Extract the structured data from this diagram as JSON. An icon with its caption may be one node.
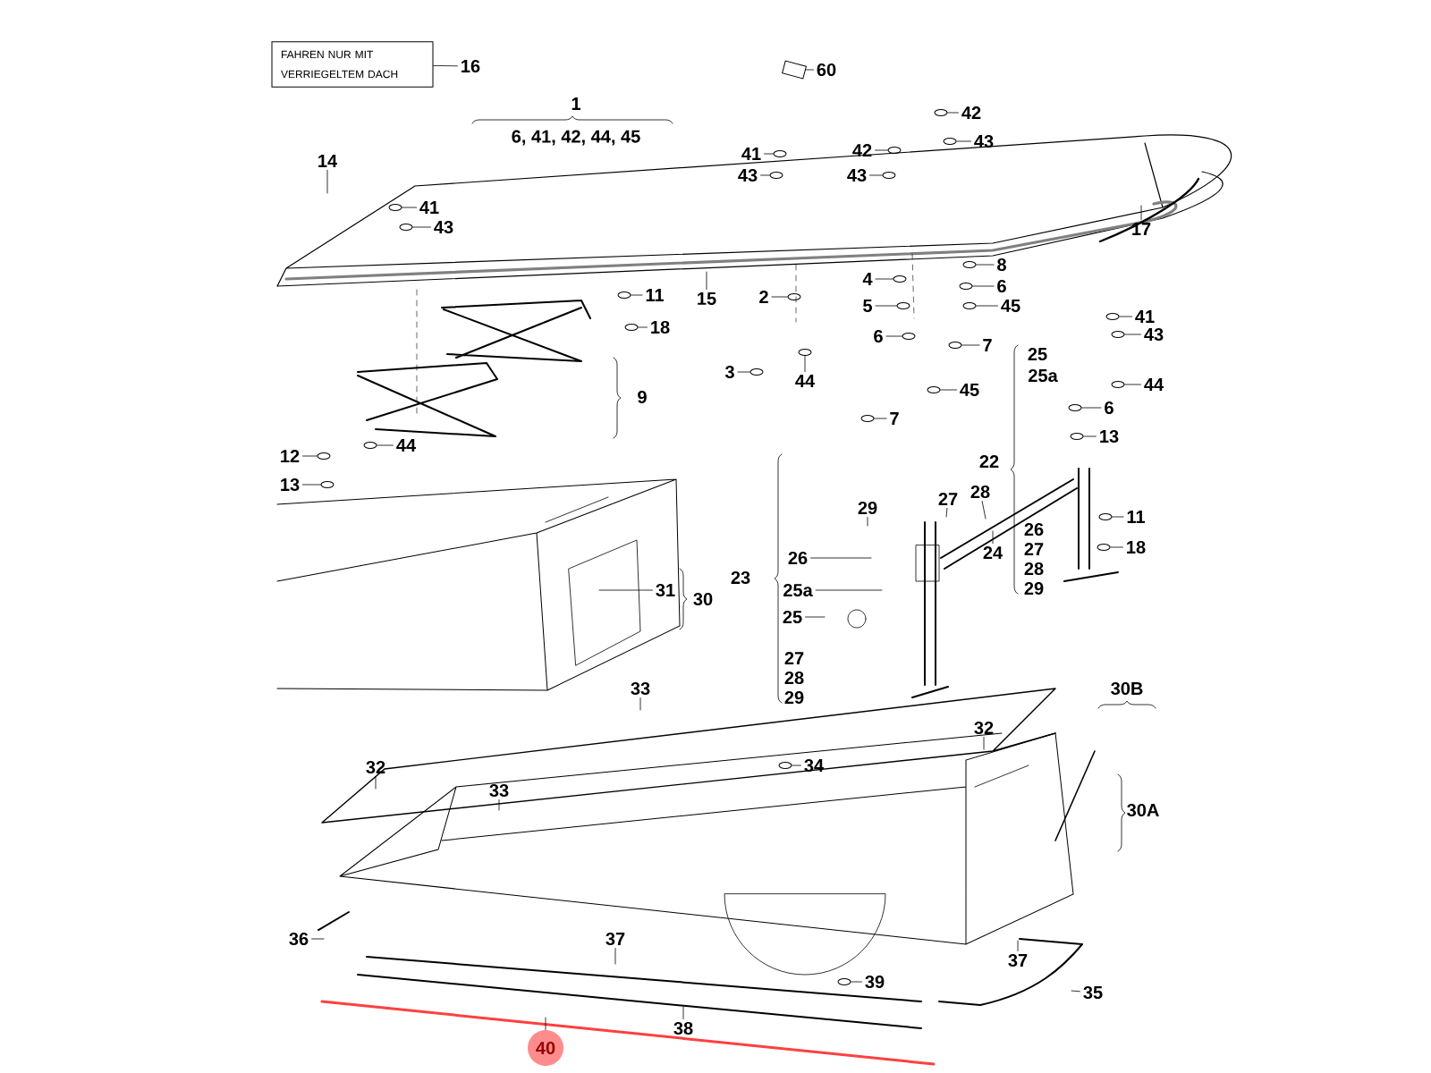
{
  "diagram": {
    "nodes": [
      {
        "text": [
          "FAHREN NUR MIT VERRIEGELTEM DACH"
        ]
      },
      {
        "text": [
          "16"
        ]
      },
      {
        "text": [
          "60"
        ]
      },
      {
        "text": [
          "14"
        ]
      },
      {
        "text": [
          "41"
        ]
      },
      {
        "text": [
          "43"
        ]
      },
      {
        "text": [
          "41"
        ]
      },
      {
        "text": [
          "43"
        ]
      },
      {
        "text": [
          "42"
        ]
      },
      {
        "text": [
          "43"
        ]
      },
      {
        "text": [
          "42"
        ]
      },
      {
        "text": [
          "43"
        ]
      },
      {
        "text": [
          "17"
        ]
      },
      {
        "text": [
          "15"
        ]
      },
      {
        "text": [
          "11"
        ]
      },
      {
        "text": [
          "18"
        ]
      },
      {
        "text": [
          "2"
        ]
      },
      {
        "text": [
          "4"
        ]
      },
      {
        "text": [
          "5"
        ]
      },
      {
        "text": [
          "8"
        ]
      },
      {
        "text": [
          "6"
        ]
      },
      {
        "text": [
          "45"
        ]
      },
      {
        "text": [
          "6"
        ]
      },
      {
        "text": [
          "7"
        ]
      },
      {
        "text": [
          "3"
        ]
      },
      {
        "text": [
          "44"
        ]
      },
      {
        "text": [
          "45"
        ]
      },
      {
        "text": [
          "7"
        ]
      },
      {
        "text": [
          "41"
        ]
      },
      {
        "text": [
          "43"
        ]
      },
      {
        "text": [
          "44"
        ]
      },
      {
        "text": [
          "6"
        ]
      },
      {
        "text": [
          "12"
        ]
      },
      {
        "text": [
          "44"
        ]
      },
      {
        "text": [
          "13"
        ]
      },
      {
        "text": [
          "13"
        ]
      },
      {
        "text": [
          "29"
        ]
      },
      {
        "text": [
          "27"
        ]
      },
      {
        "text": [
          "28"
        ]
      },
      {
        "text": [
          "11"
        ]
      },
      {
        "text": [
          "18"
        ]
      },
      {
        "text": [
          "26"
        ]
      },
      {
        "text": [
          "24"
        ]
      },
      {
        "text": [
          "25a"
        ]
      },
      {
        "text": [
          "25"
        ]
      },
      {
        "text": [
          "31"
        ]
      },
      {
        "text": [
          "33"
        ]
      },
      {
        "text": [
          "32"
        ]
      },
      {
        "text": [
          "34"
        ]
      },
      {
        "text": [
          "32"
        ]
      },
      {
        "text": [
          "33"
        ]
      },
      {
        "text": [
          "36"
        ]
      },
      {
        "text": [
          "37"
        ]
      },
      {
        "text": [
          "37"
        ]
      },
      {
        "text": [
          "39"
        ]
      },
      {
        "text": [
          "35"
        ]
      },
      {
        "text": [
          "38"
        ]
      },
      {
        "text": [
          "40"
        ]
      },
      {
        "text": [],
        "shape": "box"
      },
      {
        "text": [],
        "shape": "ellipse"
      },
      {
        "text": [],
        "shape": "ellipse"
      },
      {
        "text": [],
        "shape": "ellipse"
      },
      {
        "text": [],
        "shape": "ellipse"
      },
      {
        "text": [],
        "shape": "ellipse"
      },
      {
        "text": [],
        "shape": "ellipse"
      },
      {
        "text": [],
        "shape": "ellipse"
      },
      {
        "text": [],
        "shape": "ellipse"
      },
      {
        "text": [],
        "shape": "ellipse"
      },
      {
        "text": [],
        "shape": "ellipse"
      },
      {
        "text": [],
        "shape": "ellipse"
      },
      {
        "text": [],
        "shape": "ellipse"
      },
      {
        "text": [],
        "shape": "ellipse"
      },
      {
        "text": [],
        "shape": "ellipse"
      },
      {
        "text": [],
        "shape": "ellipse"
      },
      {
        "text": [],
        "shape": "ellipse"
      },
      {
        "text": [],
        "shape": "ellipse"
      },
      {
        "text": [],
        "shape": "ellipse"
      },
      {
        "text": [],
        "shape": "ellipse"
      },
      {
        "text": [],
        "shape": "ellipse"
      },
      {
        "text": [],
        "shape": "ellipse"
      },
      {
        "text": [],
        "shape": "ellipse"
      },
      {
        "text": [],
        "shape": "ellipse"
      },
      {
        "text": [],
        "shape": "ellipse"
      },
      {
        "text": [],
        "shape": "ellipse"
      },
      {
        "text": [],
        "shape": "ellipse"
      },
      {
        "text": [],
        "shape": "ellipse"
      },
      {
        "text": [],
        "shape": "ellipse"
      },
      {
        "text": [],
        "shape": "ellipse"
      },
      {
        "text": [],
        "shape": "ellipse"
      },
      {
        "text": [],
        "shape": "ellipse"
      },
      {
        "text": [],
        "shape": "ellipse"
      },
      {
        "text": [],
        "shape": "ellipse"
      },
      {
        "text": [],
        "shape": "ellipse"
      }
    ],
    "edges": [
      {
        "from": 1,
        "to": 0,
        "arrow": "none"
      },
      {
        "from": 2,
        "to": 58,
        "arrow": "none"
      },
      {
        "from": 3,
        "to": null,
        "arrow": "none"
      },
      {
        "from": 4,
        "to": 59,
        "arrow": "none"
      },
      {
        "from": 5,
        "to": 60,
        "arrow": "none"
      },
      {
        "from": 6,
        "to": 61,
        "arrow": "none"
      },
      {
        "from": 7,
        "to": 62,
        "arrow": "none"
      },
      {
        "from": 8,
        "to": 63,
        "arrow": "none"
      },
      {
        "from": 9,
        "to": 64,
        "arrow": "none"
      },
      {
        "from": 10,
        "to": 65,
        "arrow": "none"
      },
      {
        "from": 11,
        "to": 66,
        "arrow": "none"
      },
      {
        "from": 12,
        "to": null,
        "arrow": "none"
      },
      {
        "from": 13,
        "to": null,
        "arrow": "none"
      },
      {
        "from": 14,
        "to": 67,
        "arrow": "none"
      },
      {
        "from": 15,
        "to": 68,
        "arrow": "none"
      },
      {
        "from": 16,
        "to": 69,
        "arrow": "none"
      },
      {
        "from": 17,
        "to": 70,
        "arrow": "none"
      },
      {
        "from": 18,
        "to": 71,
        "arrow": "none"
      },
      {
        "from": 19,
        "to": 72,
        "arrow": "none"
      },
      {
        "from": 20,
        "to": 73,
        "arrow": "none"
      },
      {
        "from": 21,
        "to": 74,
        "arrow": "none"
      },
      {
        "from": 22,
        "to": 75,
        "arrow": "none"
      },
      {
        "from": 23,
        "to": 76,
        "arrow": "none"
      },
      {
        "from": 24,
        "to": 77,
        "arrow": "none"
      },
      {
        "from": 25,
        "to": 78,
        "arrow": "none"
      },
      {
        "from": 26,
        "to": 79,
        "arrow": "none"
      },
      {
        "from": 27,
        "to": 80,
        "arrow": "none"
      },
      {
        "from": 28,
        "to": 81,
        "arrow": "none"
      },
      {
        "from": 29,
        "to": 82,
        "arrow": "none"
      },
      {
        "from": 30,
        "to": 83,
        "arrow": "none"
      },
      {
        "from": 31,
        "to": 84,
        "arrow": "none"
      },
      {
        "from": 32,
        "to": 85,
        "arrow": "none"
      },
      {
        "from": 33,
        "to": 86,
        "arrow": "none"
      },
      {
        "from": 34,
        "to": 87,
        "arrow": "none"
      },
      {
        "from": 35,
        "to": 88,
        "arrow": "none"
      },
      {
        "from": 36,
        "to": null,
        "arrow": "none"
      },
      {
        "from": 37,
        "to": null,
        "arrow": "none"
      },
      {
        "from": 38,
        "to": null,
        "arrow": "none"
      },
      {
        "from": 39,
        "to": 89,
        "arrow": "none"
      },
      {
        "from": 40,
        "to": 90,
        "arrow": "none"
      },
      {
        "from": 41,
        "to": null,
        "arrow": "none"
      },
      {
        "from": 42,
        "to": null,
        "arrow": "none"
      },
      {
        "from": 43,
        "to": null,
        "arrow": "none"
      },
      {
        "from": 44,
        "to": null,
        "arrow": "none"
      },
      {
        "from": 45,
        "to": null,
        "arrow": "none"
      },
      {
        "from": 46,
        "to": null,
        "arrow": "none"
      },
      {
        "from": 47,
        "to": null,
        "arrow": "none"
      },
      {
        "from": 48,
        "to": 91,
        "arrow": "none"
      },
      {
        "from": 49,
        "to": null,
        "arrow": "none"
      },
      {
        "from": 50,
        "to": null,
        "arrow": "none"
      },
      {
        "from": 51,
        "to": null,
        "arrow": "none"
      },
      {
        "from": 52,
        "to": null,
        "arrow": "none"
      },
      {
        "from": 53,
        "to": null,
        "arrow": "none"
      },
      {
        "from": 54,
        "to": 92,
        "arrow": "none"
      },
      {
        "from": 55,
        "to": null,
        "arrow": "none"
      },
      {
        "from": 56,
        "to": null,
        "arrow": "none"
      },
      {
        "from": 57,
        "to": null,
        "arrow": "none"
      }
    ],
    "labels": [
      "1",
      "6, 41, 42, 44, 45",
      "25",
      "25a",
      "9",
      "22",
      "26",
      "27",
      "28",
      "29",
      "23",
      "30",
      "27",
      "28",
      "29",
      "30B",
      "30A"
    ]
  }
}
